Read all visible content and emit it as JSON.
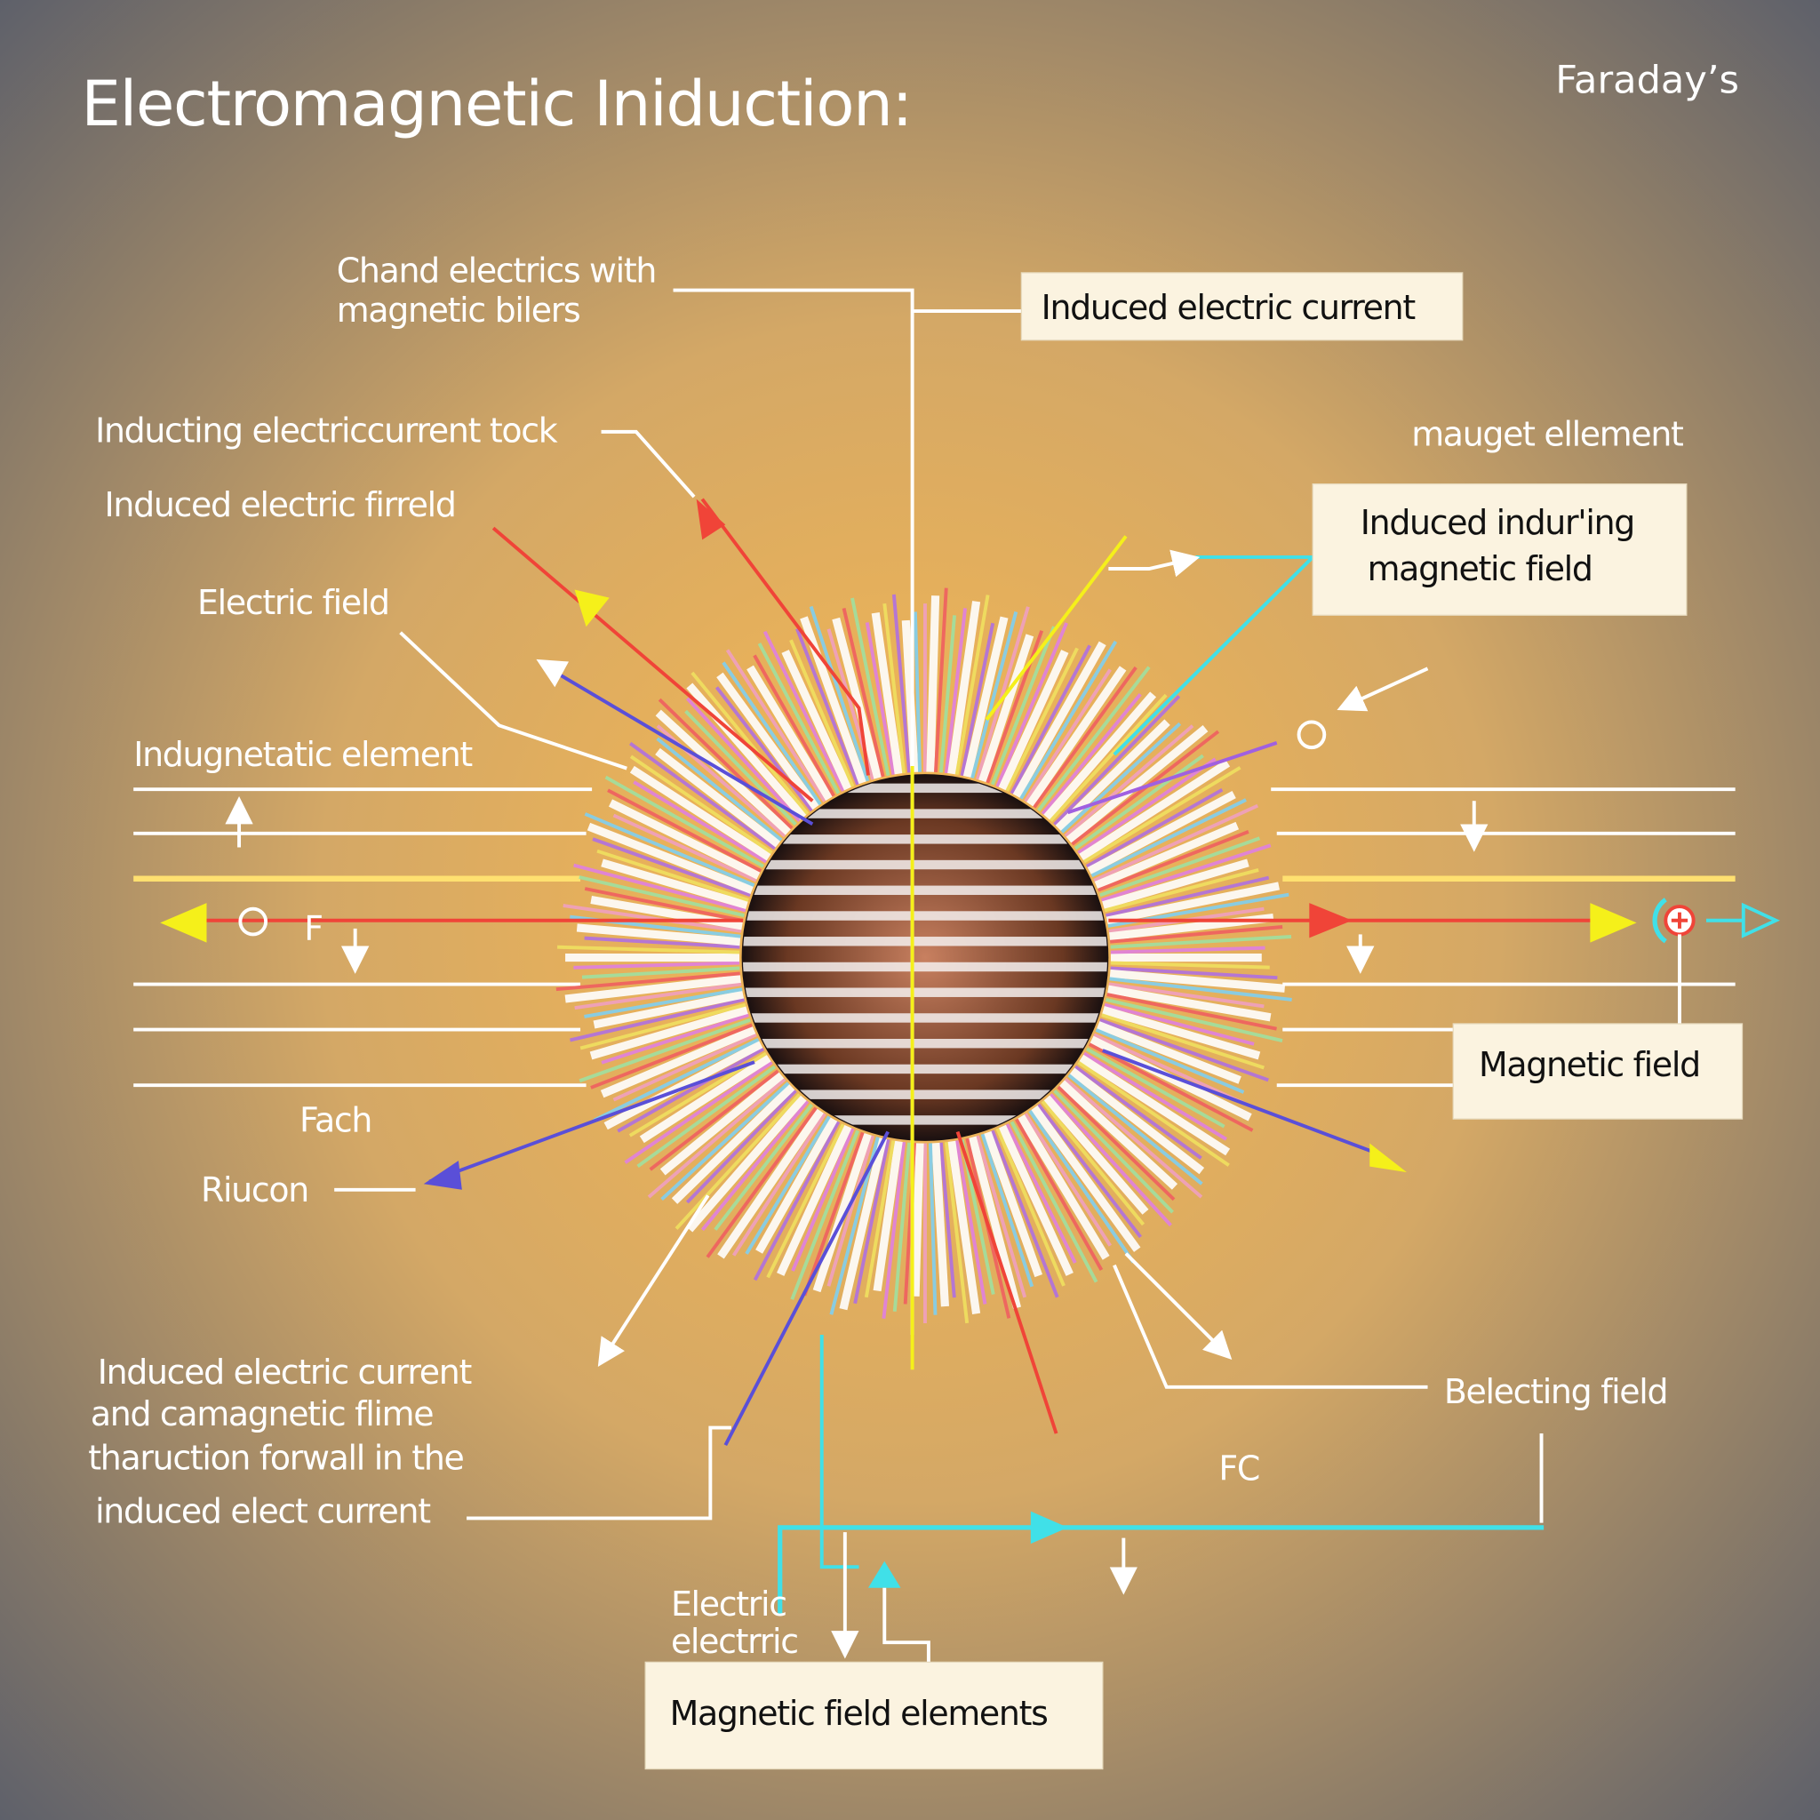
{
  "title": "Electromagnetic  Iniduction:",
  "corner_label": "Faraday’s",
  "labels": {
    "chand_1": "Chand electrics with",
    "chand_2": "magnetic bilers",
    "inducting": "Inducting electriccurrent tock",
    "mauget": "mauget ellement",
    "induced_firreld": "Induced electric firreld",
    "electric_field": "Electric field",
    "indugnetatic": "Indugnetatic element",
    "f": "F",
    "fach": "Fach",
    "riucon": "Riucon",
    "lower_1": "Induced electric current",
    "lower_2": "and camagnetic flime",
    "lower_3": "tharuction forwall in the",
    "lower_4": "induced elect current",
    "belecting": "Belecting field",
    "fc": "FC",
    "electric_1": "Electric",
    "electric_2": "electrric"
  },
  "boxes": {
    "induced_current": "Induced electric current",
    "induced_inducing_1": "Induced indur'ing",
    "induced_inducing_2": "magnetic field",
    "magnetic_field": "Magnetic field",
    "magnetic_elements": "Magnetic field elements"
  },
  "colors": {
    "red": "#f04438",
    "yellow": "#f5f01a",
    "blue": "#5a4fd8",
    "cyan": "#40e0e8",
    "copper": "#8a4a2a"
  }
}
